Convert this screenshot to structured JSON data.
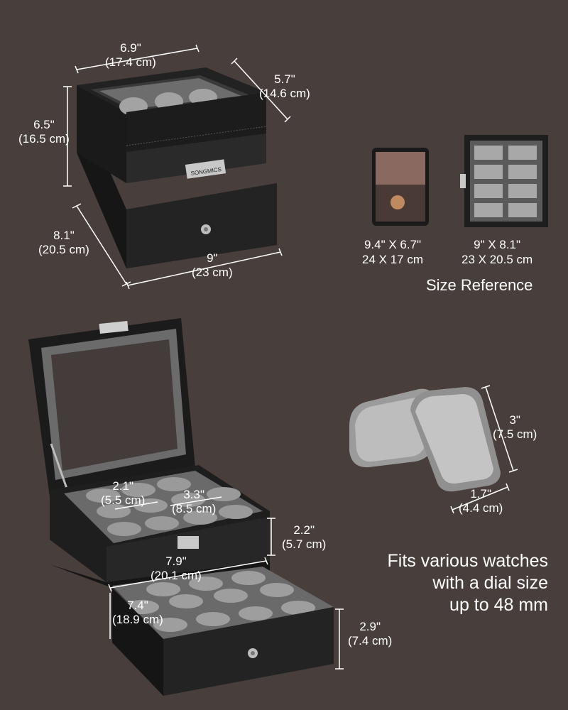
{
  "top_box": {
    "width": {
      "in": "6.9\"",
      "cm": "(17.4 cm)"
    },
    "depth": {
      "in": "5.7\"",
      "cm": "(14.6 cm)"
    },
    "height": {
      "in": "6.5\"",
      "cm": "(16.5 cm)"
    },
    "drawer_depth": {
      "in": "8.1\"",
      "cm": "(20.5 cm)"
    },
    "drawer_width": {
      "in": "9\"",
      "cm": "(23 cm)"
    },
    "logo": "SONGMICS"
  },
  "size_reference": {
    "tablet": {
      "line1": "9.4\" X 6.7\"",
      "line2": "24 X 17 cm"
    },
    "box": {
      "line1": "9\" X 8.1\"",
      "line2": "23 X 20.5 cm"
    },
    "heading": "Size Reference"
  },
  "open_box": {
    "slot_width": {
      "in": "2.1\"",
      "cm": "(5.5 cm)"
    },
    "slot_length": {
      "in": "3.3\"",
      "cm": "(8.5 cm)"
    },
    "tray_height": {
      "in": "2.2\"",
      "cm": "(5.7 cm)"
    },
    "tray_width": {
      "in": "7.9\"",
      "cm": "(20.1 cm)"
    },
    "drawer_depth": {
      "in": "7.4\"",
      "cm": "(18.9 cm)"
    },
    "drawer_height": {
      "in": "2.9\"",
      "cm": "(7.4 cm)"
    }
  },
  "pillow": {
    "height": {
      "in": "3\"",
      "cm": "(7.5 cm)"
    },
    "width": {
      "in": "1.7\"",
      "cm": "(4.4 cm)"
    }
  },
  "fits_text": {
    "line1": "Fits various watches",
    "line2": "with a dial size",
    "line3": "up to 48 mm"
  },
  "colors": {
    "background": "#483e3b",
    "box_black": "#1e1e1f",
    "cushion_grey": "#8d8d8d",
    "line": "#ffffff"
  }
}
